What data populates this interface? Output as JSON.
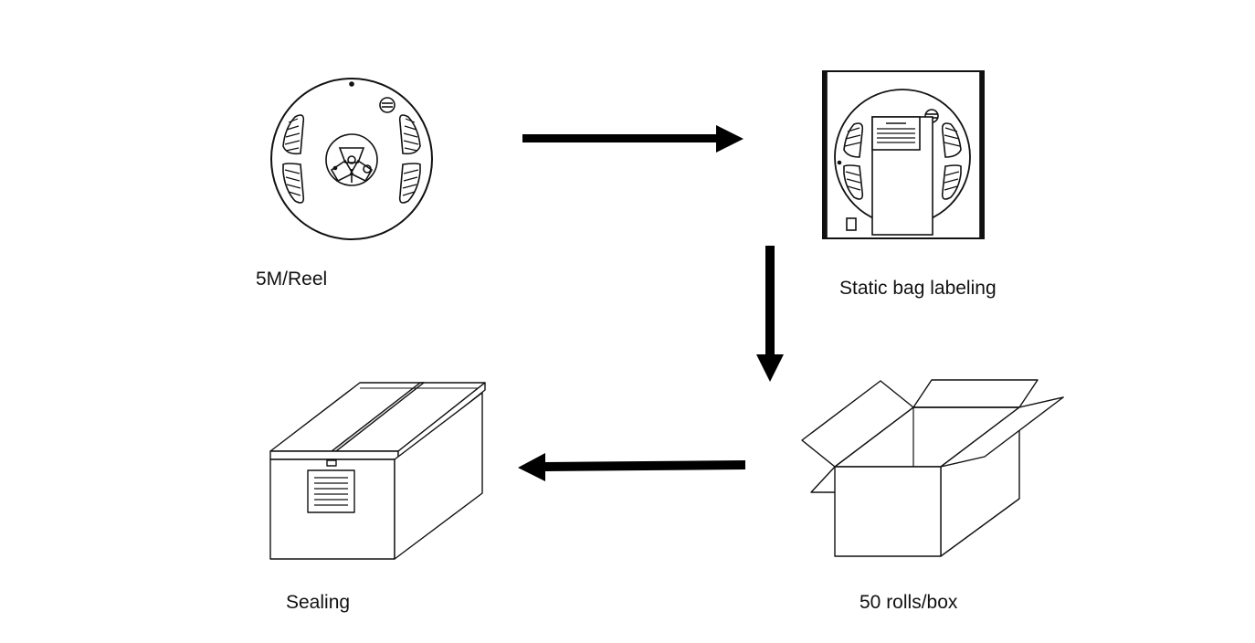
{
  "steps": {
    "reel": {
      "label": "5M/Reel"
    },
    "bag": {
      "label": "Static bag labeling"
    },
    "box": {
      "label": "50 rolls/box"
    },
    "seal": {
      "label": "Sealing"
    }
  },
  "colors": {
    "ink": "#111111",
    "background": "#ffffff"
  }
}
